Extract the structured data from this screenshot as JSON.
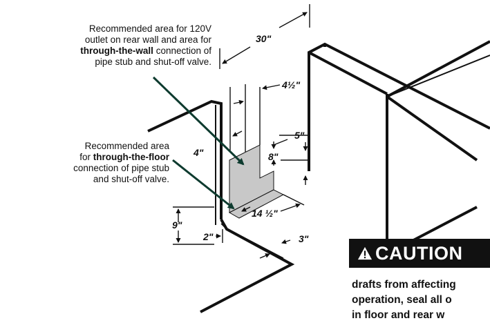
{
  "callouts": {
    "wall": {
      "line1": "Recommended area for 120V",
      "line2": "outlet on rear wall and area for",
      "line3_bold": "through-the-wall",
      "line3_rest": " connection of",
      "line4": "pipe stub and shut-off valve."
    },
    "floor": {
      "line1": "Recommended area",
      "line2_pre": "for ",
      "line2_bold": "through-the-floor",
      "line3": "connection of pipe stub",
      "line4": "and shut-off valve."
    }
  },
  "dimensions": {
    "width": "30\"",
    "wall_area_width": "4½\"",
    "top_offset": "5\"",
    "side_offset": "4\"",
    "wall_area_height": "8\"",
    "floor_height": "9\"",
    "floor_area_depth": "14 ½\"",
    "side_gap": "2\"",
    "front_offset": "3\""
  },
  "caution": {
    "title": "CAUTION",
    "text_line1": "drafts from affecting",
    "text_line2": "operation, seal all o",
    "text_line3": "in floor and rear w"
  },
  "colors": {
    "line": "#111111",
    "shaded_area": "#c8c8c8",
    "arrow": "#0e3b2f",
    "caution_bg": "#111111",
    "caution_text": "#ffffff"
  }
}
